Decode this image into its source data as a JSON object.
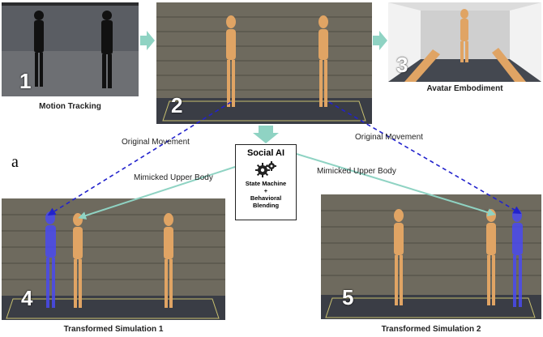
{
  "figure_letter": "a",
  "panels": {
    "motion_tracking": {
      "number": "1",
      "caption": "Motion Tracking"
    },
    "scene": {
      "number": "2"
    },
    "avatar_embodiment": {
      "number": "3",
      "caption": "Avatar Embodiment"
    },
    "sim1": {
      "number": "4",
      "caption": "Transformed Simulation 1"
    },
    "sim2": {
      "number": "5",
      "caption": "Transformed Simulation 2"
    }
  },
  "social_ai": {
    "title": "Social AI",
    "lines": [
      "State Machine",
      "+",
      "Behavioral",
      "Blending"
    ]
  },
  "edges": {
    "original_movement_left": "Original Movement",
    "original_movement_right": "Original Movement",
    "mimicked_left": "Mimicked Upper Body",
    "mimicked_right": "Mimicked Upper Body"
  },
  "colors": {
    "arrow_teal": "#8fd3c3",
    "dashed_blue": "#2222cc",
    "wood": "#6e6a5e",
    "floor": "#3a3d45",
    "mannequin": "#e0a464",
    "ghost": "#4a4af0"
  }
}
